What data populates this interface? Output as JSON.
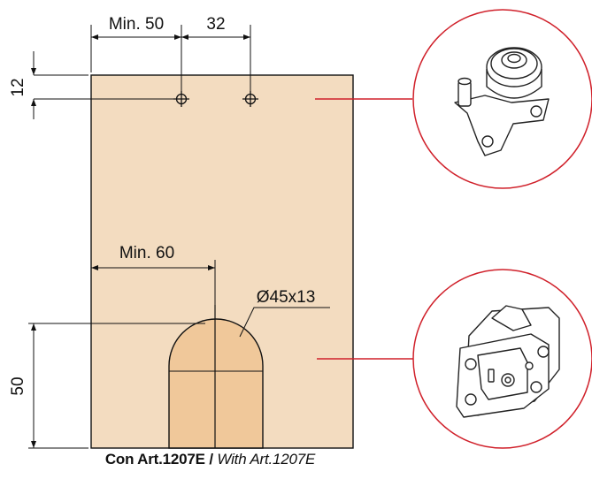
{
  "dimensions": {
    "min50": "Min. 50",
    "spacing32": "32",
    "top12": "12",
    "min60": "Min. 60",
    "hole": "Ø45x13",
    "height50": "50"
  },
  "caption": {
    "bold": "Con Art.1207E /",
    "italic": "With Art.1207E"
  },
  "colors": {
    "panel": "#f3dcc0",
    "insert": "#f0c89a",
    "leader": "#d0202a",
    "line": "#111111"
  }
}
